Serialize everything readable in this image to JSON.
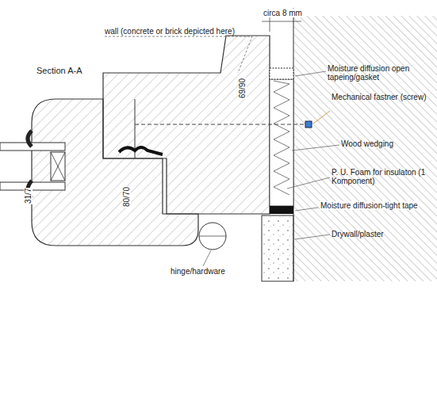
{
  "diagram": {
    "title": "Section A-A",
    "labels": [
      "wall (concrete or brick depicted here)",
      "circa 8 mm",
      "Moisture diffusion open tapeing/gasket",
      "Mechanical fastner (screw)",
      "Wood wedging",
      "P. U. Foam for insulaton (1 Komponent)",
      "Moisture diffusion-tight tape",
      "Drywall/plaster",
      "69/90",
      "80/70",
      "31/7",
      "hinge/hardware"
    ]
  }
}
